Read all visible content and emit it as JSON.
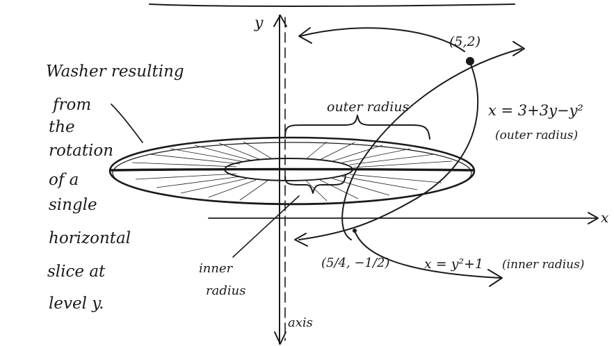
{
  "axes": {
    "y_label": "y",
    "x_label": "x",
    "axis_label": "axis"
  },
  "caption": {
    "lines": [
      "Washer resulting",
      "from",
      "the",
      "rotation",
      "of a",
      "single",
      "horizontal",
      "slice at",
      "level y."
    ]
  },
  "labels": {
    "outer_radius": "outer radius",
    "inner_radius_line1": "inner",
    "inner_radius_line2": "radius",
    "point_upper": "(5,2)",
    "outer_curve_eq": "x = 3+3y−y²",
    "outer_curve_note": "(outer radius)",
    "point_lower": "(5/4, −1/2)",
    "inner_curve_eq": "x = y²+1",
    "inner_curve_note": "(inner radius)"
  },
  "colors": {
    "ink": "#1a1a1a",
    "paper": "#ffffff"
  }
}
